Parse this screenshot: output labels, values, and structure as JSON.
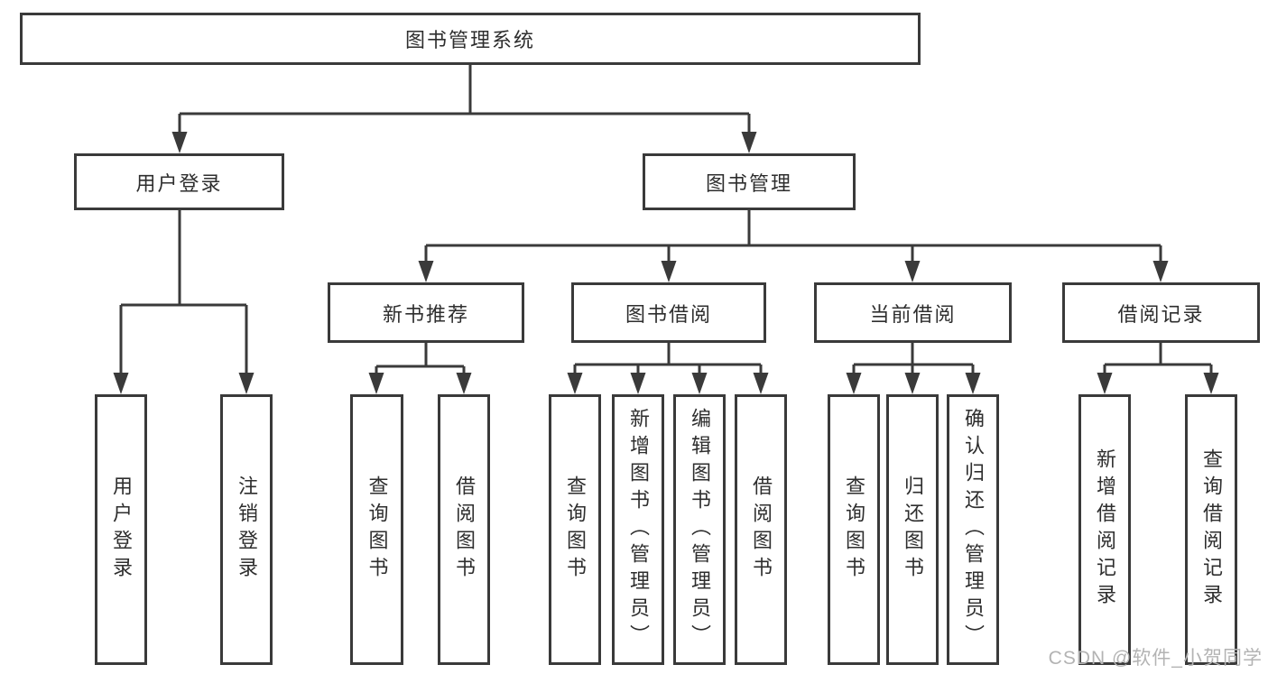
{
  "tree": {
    "root": {
      "label": "图书管理系统"
    },
    "branches": [
      {
        "label": "用户登录",
        "children": [
          {
            "label": "用户登录"
          },
          {
            "label": "注销登录"
          }
        ]
      },
      {
        "label": "图书管理",
        "children": [
          {
            "label": "新书推荐",
            "children": [
              {
                "label": "查询图书"
              },
              {
                "label": "借阅图书"
              }
            ]
          },
          {
            "label": "图书借阅",
            "children": [
              {
                "label": "查询图书"
              },
              {
                "label": "新增图书（管理员）"
              },
              {
                "label": "编辑图书（管理员）"
              },
              {
                "label": "借阅图书"
              }
            ]
          },
          {
            "label": "当前借阅",
            "children": [
              {
                "label": "查询图书"
              },
              {
                "label": "归还图书"
              },
              {
                "label": "确认归还（管理员）"
              }
            ]
          },
          {
            "label": "借阅记录",
            "children": [
              {
                "label": "新增借阅记录"
              },
              {
                "label": "查询借阅记录"
              }
            ]
          }
        ]
      }
    ]
  },
  "watermark": {
    "text": "CSDN @软件_小贺同学"
  },
  "colors": {
    "line": "#3a3a3a",
    "box_border": "#3a3a3a",
    "text": "#2e2e2e",
    "background": "#ffffff",
    "watermark": "#b3b3b3"
  }
}
